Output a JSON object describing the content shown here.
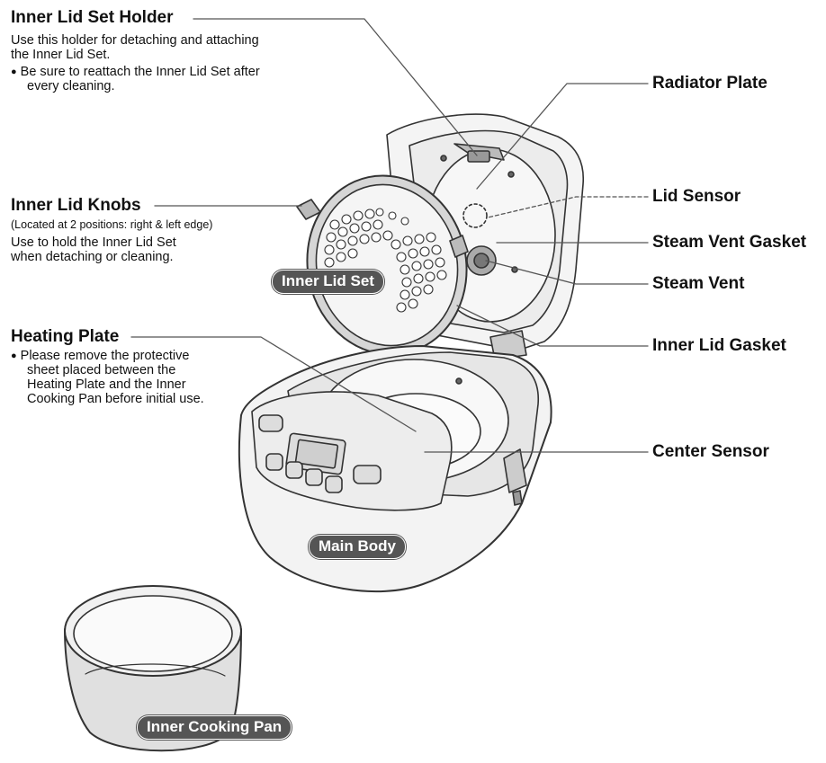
{
  "labels": {
    "inner_lid_set_holder": "Inner Lid Set Holder",
    "inner_lid_knobs": "Inner Lid Knobs",
    "heating_plate": "Heating Plate",
    "radiator_plate": "Radiator Plate",
    "lid_sensor": "Lid Sensor",
    "steam_vent_gasket": "Steam Vent Gasket",
    "steam_vent": "Steam Vent",
    "inner_lid_gasket": "Inner Lid Gasket",
    "center_sensor": "Center Sensor"
  },
  "descriptions": {
    "holder_line1": "Use this holder for detaching and attaching",
    "holder_line2": "the Inner Lid Set.",
    "holder_bullet1": "Be sure to reattach the Inner Lid Set after",
    "holder_bullet2": "every cleaning.",
    "knobs_note": "(Located at 2 positions: right & left edge)",
    "knobs_line1": "Use to hold the Inner Lid Set",
    "knobs_line2": "when detaching or cleaning.",
    "heating_bullet1": "Please remove the protective",
    "heating_bullet2": "sheet placed between the",
    "heating_bullet3": "Heating Plate and the Inner",
    "heating_bullet4": "Cooking Pan before initial use."
  },
  "badges": {
    "inner_lid_set": "Inner Lid Set",
    "main_body": "Main Body",
    "inner_cooking_pan": "Inner Cooking Pan"
  },
  "colors": {
    "line": "#333333",
    "badge_bg": "#555555",
    "badge_text": "#ffffff",
    "fill_light": "#f2f2f2",
    "fill_mid": "#dcdcdc",
    "fill_dark": "#9a9a9a"
  }
}
